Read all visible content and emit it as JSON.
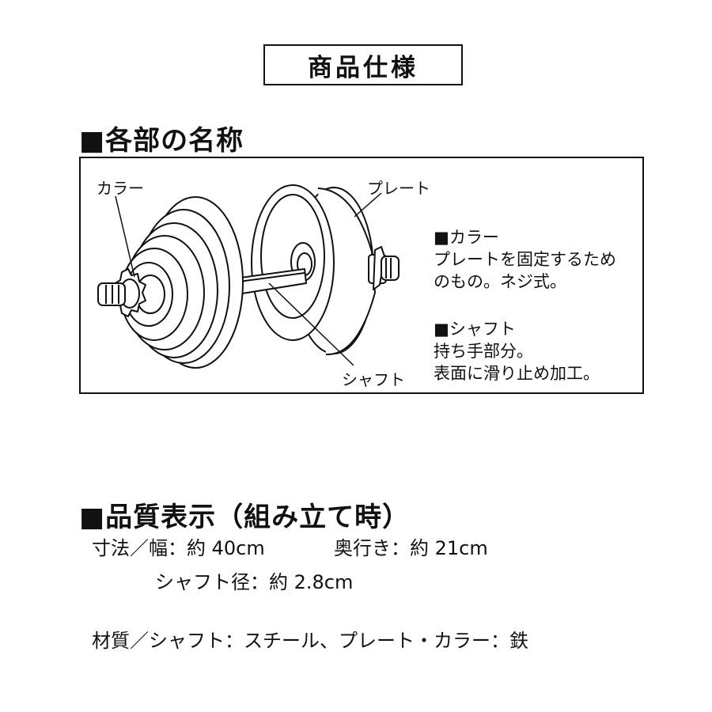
{
  "title": "商品仕様",
  "parts_section": {
    "heading": "■各部の名称",
    "labels": {
      "collar": "カラー",
      "plate": "プレート",
      "shaft": "シャフト"
    },
    "descriptions": [
      {
        "heading": "■カラー",
        "lines": [
          "プレートを固定するため",
          "のもの。ネジ式。"
        ]
      },
      {
        "heading": "■シャフト",
        "lines": [
          "持ち手部分。",
          "表面に滑り止め加工。"
        ]
      }
    ]
  },
  "spec_section": {
    "heading": "■品質表示（組み立て時）",
    "dimensions_width": "寸法／幅：約 40cm",
    "dimensions_depth": "奥行き：約 21cm",
    "shaft_diameter": "シャフト径：約 2.8cm",
    "material": "材質／シャフト：スチール、プレート・カラー：鉄"
  }
}
